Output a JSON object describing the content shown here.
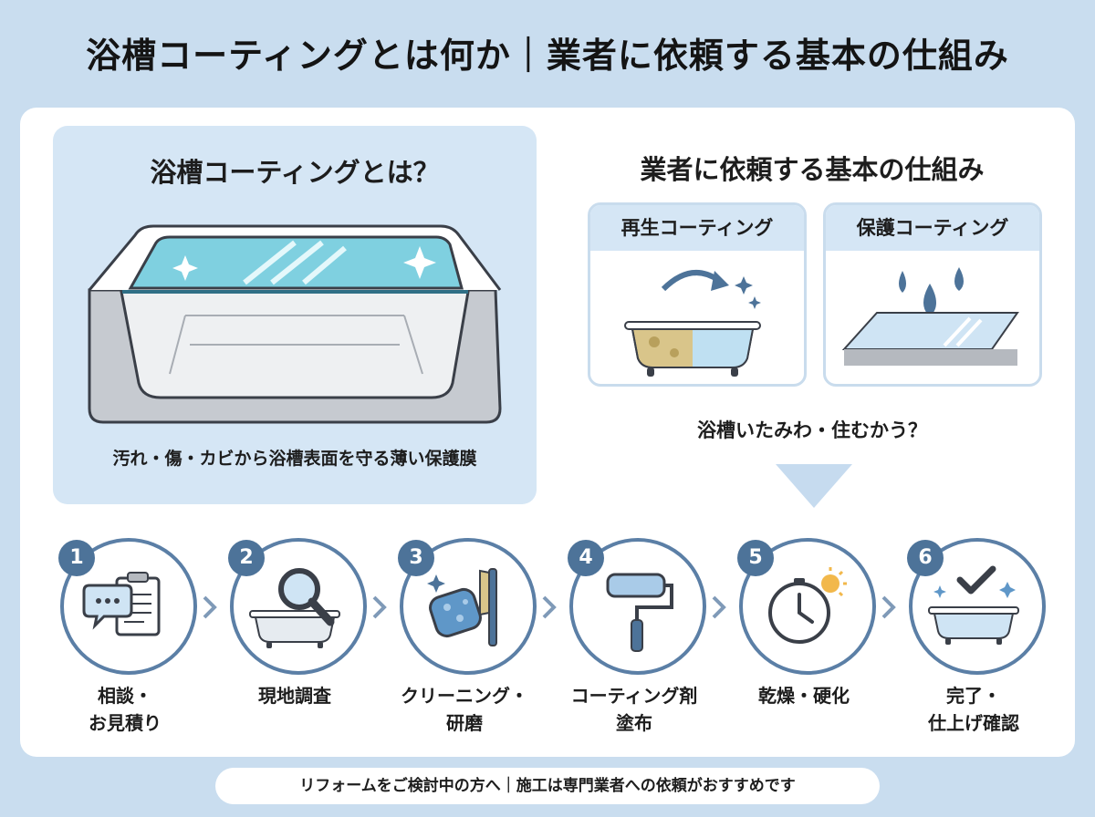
{
  "header": {
    "title": "浴槽コーティングとは何か｜業者に依頼する基本の仕組み"
  },
  "left_panel": {
    "heading": "浴槽コーティングとは？",
    "caption": "汚れ・傷・カビから浴槽表面を守る薄い保護膜"
  },
  "right_panel": {
    "heading": "業者に依頼する基本の仕組み",
    "cards": [
      {
        "label": "再生コーティング"
      },
      {
        "label": "保護コーティング"
      }
    ],
    "question": "浴槽いたみわ・住むかう？"
  },
  "steps": [
    {
      "number": "1",
      "label": "相談・\nお見積り",
      "icon": "consultation-clipboard-icon"
    },
    {
      "number": "2",
      "label": "現地調査",
      "icon": "magnifier-bathtub-icon"
    },
    {
      "number": "3",
      "label": "クリーニング・\n研磨",
      "icon": "sponge-brush-icon"
    },
    {
      "number": "4",
      "label": "コーティング剤\n塗布",
      "icon": "paint-roller-icon"
    },
    {
      "number": "5",
      "label": "乾燥・硬化",
      "icon": "clock-sun-icon"
    },
    {
      "number": "6",
      "label": "完了・\n仕上げ確認",
      "icon": "checked-bathtub-icon"
    }
  ],
  "footer": {
    "note": "リフォームをご検討中の方へ｜施工は専門業者への依頼がおすすめです"
  },
  "colors": {
    "background": "#c9ddef",
    "panel": "#d5e6f5",
    "accent": "#4d7399",
    "coating": "#7fd0e0"
  }
}
